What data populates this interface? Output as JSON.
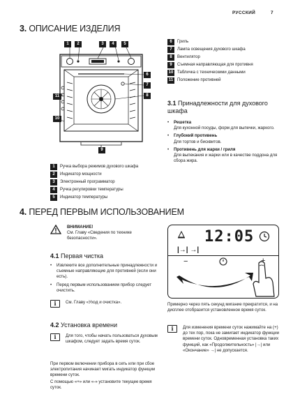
{
  "header": {
    "language": "РУССКИЙ",
    "page_number": "7"
  },
  "section3": {
    "number": "3.",
    "title": "ОПИСАНИЕ ИЗДЕЛИЯ",
    "legend_left": [
      {
        "n": "1",
        "label": "Ручка выбора режимов духового шкафа"
      },
      {
        "n": "2",
        "label": "Индикатор мощности"
      },
      {
        "n": "3",
        "label": "Электронный программатор"
      },
      {
        "n": "4",
        "label": "Ручка регулировки температуры"
      },
      {
        "n": "5",
        "label": "Индикатор температуры"
      }
    ],
    "legend_right": [
      {
        "n": "6",
        "label": "Гриль"
      },
      {
        "n": "7",
        "label": "Лампа освещения духового шкафа"
      },
      {
        "n": "8",
        "label": "Вентилятор"
      },
      {
        "n": "9",
        "label": "Съемная направляющая для противня"
      },
      {
        "n": "10",
        "label": "Табличка с техническими данными"
      },
      {
        "n": "11",
        "label": "Положение противней"
      }
    ],
    "diagram_markers": [
      "1",
      "2",
      "3",
      "4",
      "5",
      "6",
      "7",
      "8",
      "9",
      "10",
      "11"
    ]
  },
  "section31": {
    "number": "3.1",
    "title": "Принадлежности для духового шкафа",
    "items": [
      {
        "name": "Решетка",
        "desc": "Для кухонной посуды, форм для выпечки, жаркого."
      },
      {
        "name": "Глубокий противень",
        "desc": "Для тортов и бисквитов."
      },
      {
        "name": "Противень для жарки / гриля",
        "desc": "Для выпекания и жарки или в качестве поддона для сбора жира."
      }
    ]
  },
  "section4": {
    "number": "4.",
    "title": "ПЕРЕД ПЕРВЫМ ИСПОЛЬЗОВАНИЕМ",
    "warning_title": "ВНИМАНИЕ!",
    "warning_text": "См. Главу «Сведения по технике безопасности».",
    "display": {
      "time": "12:05",
      "minus": "−",
      "plus": "+"
    },
    "display_caption": "Примерно через пять секунд мигание прекратится, и на дисплее отобразится установленное время суток."
  },
  "section41": {
    "number": "4.1",
    "title": "Первая чистка",
    "bullets": [
      "Извлеките все дополнительные принадлежности и съемные направляющие для противней (если они есть).",
      "Перед первым использованием прибор следует очистить."
    ],
    "note": "См. Главу «Уход и очистка»."
  },
  "section42": {
    "number": "4.2",
    "title": "Установка времени",
    "note": "Для того, чтобы начать пользоваться духовым шкафом, следует задать время суток.",
    "body1": "При первом включении прибора в сеть или при сбое электропитания начинает мигать индикатор функции времени суток.",
    "body2": "С помощью «+» или «-» установите текущее время суток.",
    "right_note": "Для изменения времени суток нажимайте на (+) до тех пор, пока не замигает индикатор функции времени суток. Одновременная установка таких функций, как «Продолжительность» |→| или «Окончание» →| не допускается."
  },
  "colors": {
    "text": "#1a1a1a",
    "background": "#ffffff"
  },
  "icons": {
    "info": "info-icon",
    "warning": "warning-triangle-icon",
    "hand": "hand-pointer-icon",
    "knob_arc": "rotation-arrow-icon"
  }
}
